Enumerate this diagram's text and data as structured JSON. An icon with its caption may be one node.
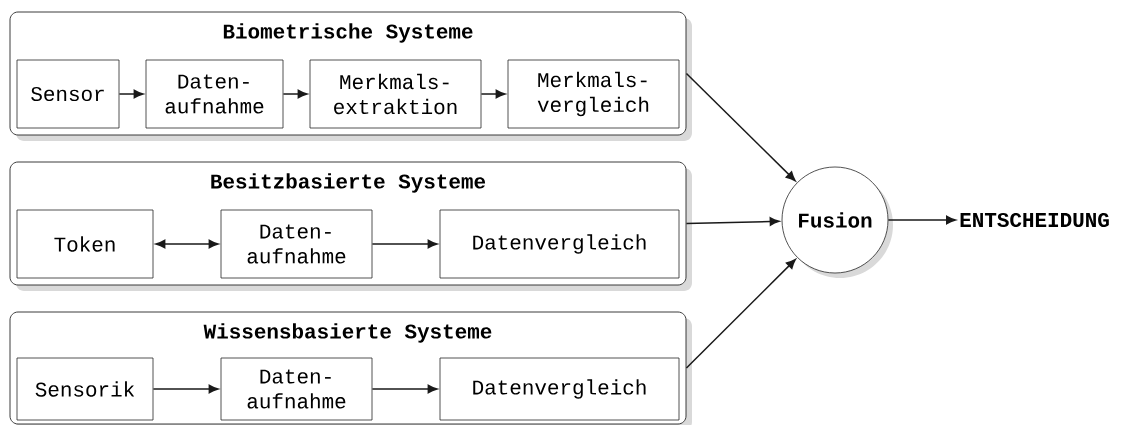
{
  "diagram": {
    "nodes": [
      {
        "text": [
          "Biometrische Systeme"
        ]
      },
      {
        "text": [
          "Sensor"
        ],
        "in": 0
      },
      {
        "text": [
          "Daten- aufnahme"
        ],
        "in": 0
      },
      {
        "text": [
          "Merkmals- extraktion"
        ],
        "in": 0
      },
      {
        "text": [
          "Merkmals- vergleich"
        ],
        "in": 0
      },
      {
        "text": [
          "Besitzbasierte Systeme"
        ]
      },
      {
        "text": [
          "Token"
        ],
        "in": 5
      },
      {
        "text": [
          "Daten- aufnahme"
        ],
        "in": 5
      },
      {
        "text": [
          "Datenvergleich"
        ],
        "in": 5
      },
      {
        "text": [
          "Wissensbasierte Systeme"
        ]
      },
      {
        "text": [
          "Sensorik"
        ],
        "in": 9
      },
      {
        "text": [
          "Daten- aufnahme"
        ],
        "in": 9
      },
      {
        "text": [
          "Datenvergleich"
        ],
        "in": 9
      },
      {
        "text": [
          "Fusion"
        ]
      },
      {
        "text": [
          "ENTSCHEIDUNG"
        ]
      }
    ],
    "edges": [
      {
        "from": 1,
        "to": 2,
        "arrow": "to"
      },
      {
        "from": 2,
        "to": 3,
        "arrow": "to"
      },
      {
        "from": 3,
        "to": 4,
        "arrow": "to"
      },
      {
        "from": 6,
        "to": 7,
        "arrow": "both"
      },
      {
        "from": 7,
        "to": 8,
        "arrow": "to"
      },
      {
        "from": 10,
        "to": 11,
        "arrow": "to"
      },
      {
        "from": 11,
        "to": 12,
        "arrow": "to"
      },
      {
        "from": 0,
        "to": 13,
        "arrow": "to"
      },
      {
        "from": 5,
        "to": 13,
        "arrow": "to"
      },
      {
        "from": 9,
        "to": 13,
        "arrow": "to"
      },
      {
        "from": 13,
        "to": 14,
        "arrow": "to"
      }
    ]
  }
}
